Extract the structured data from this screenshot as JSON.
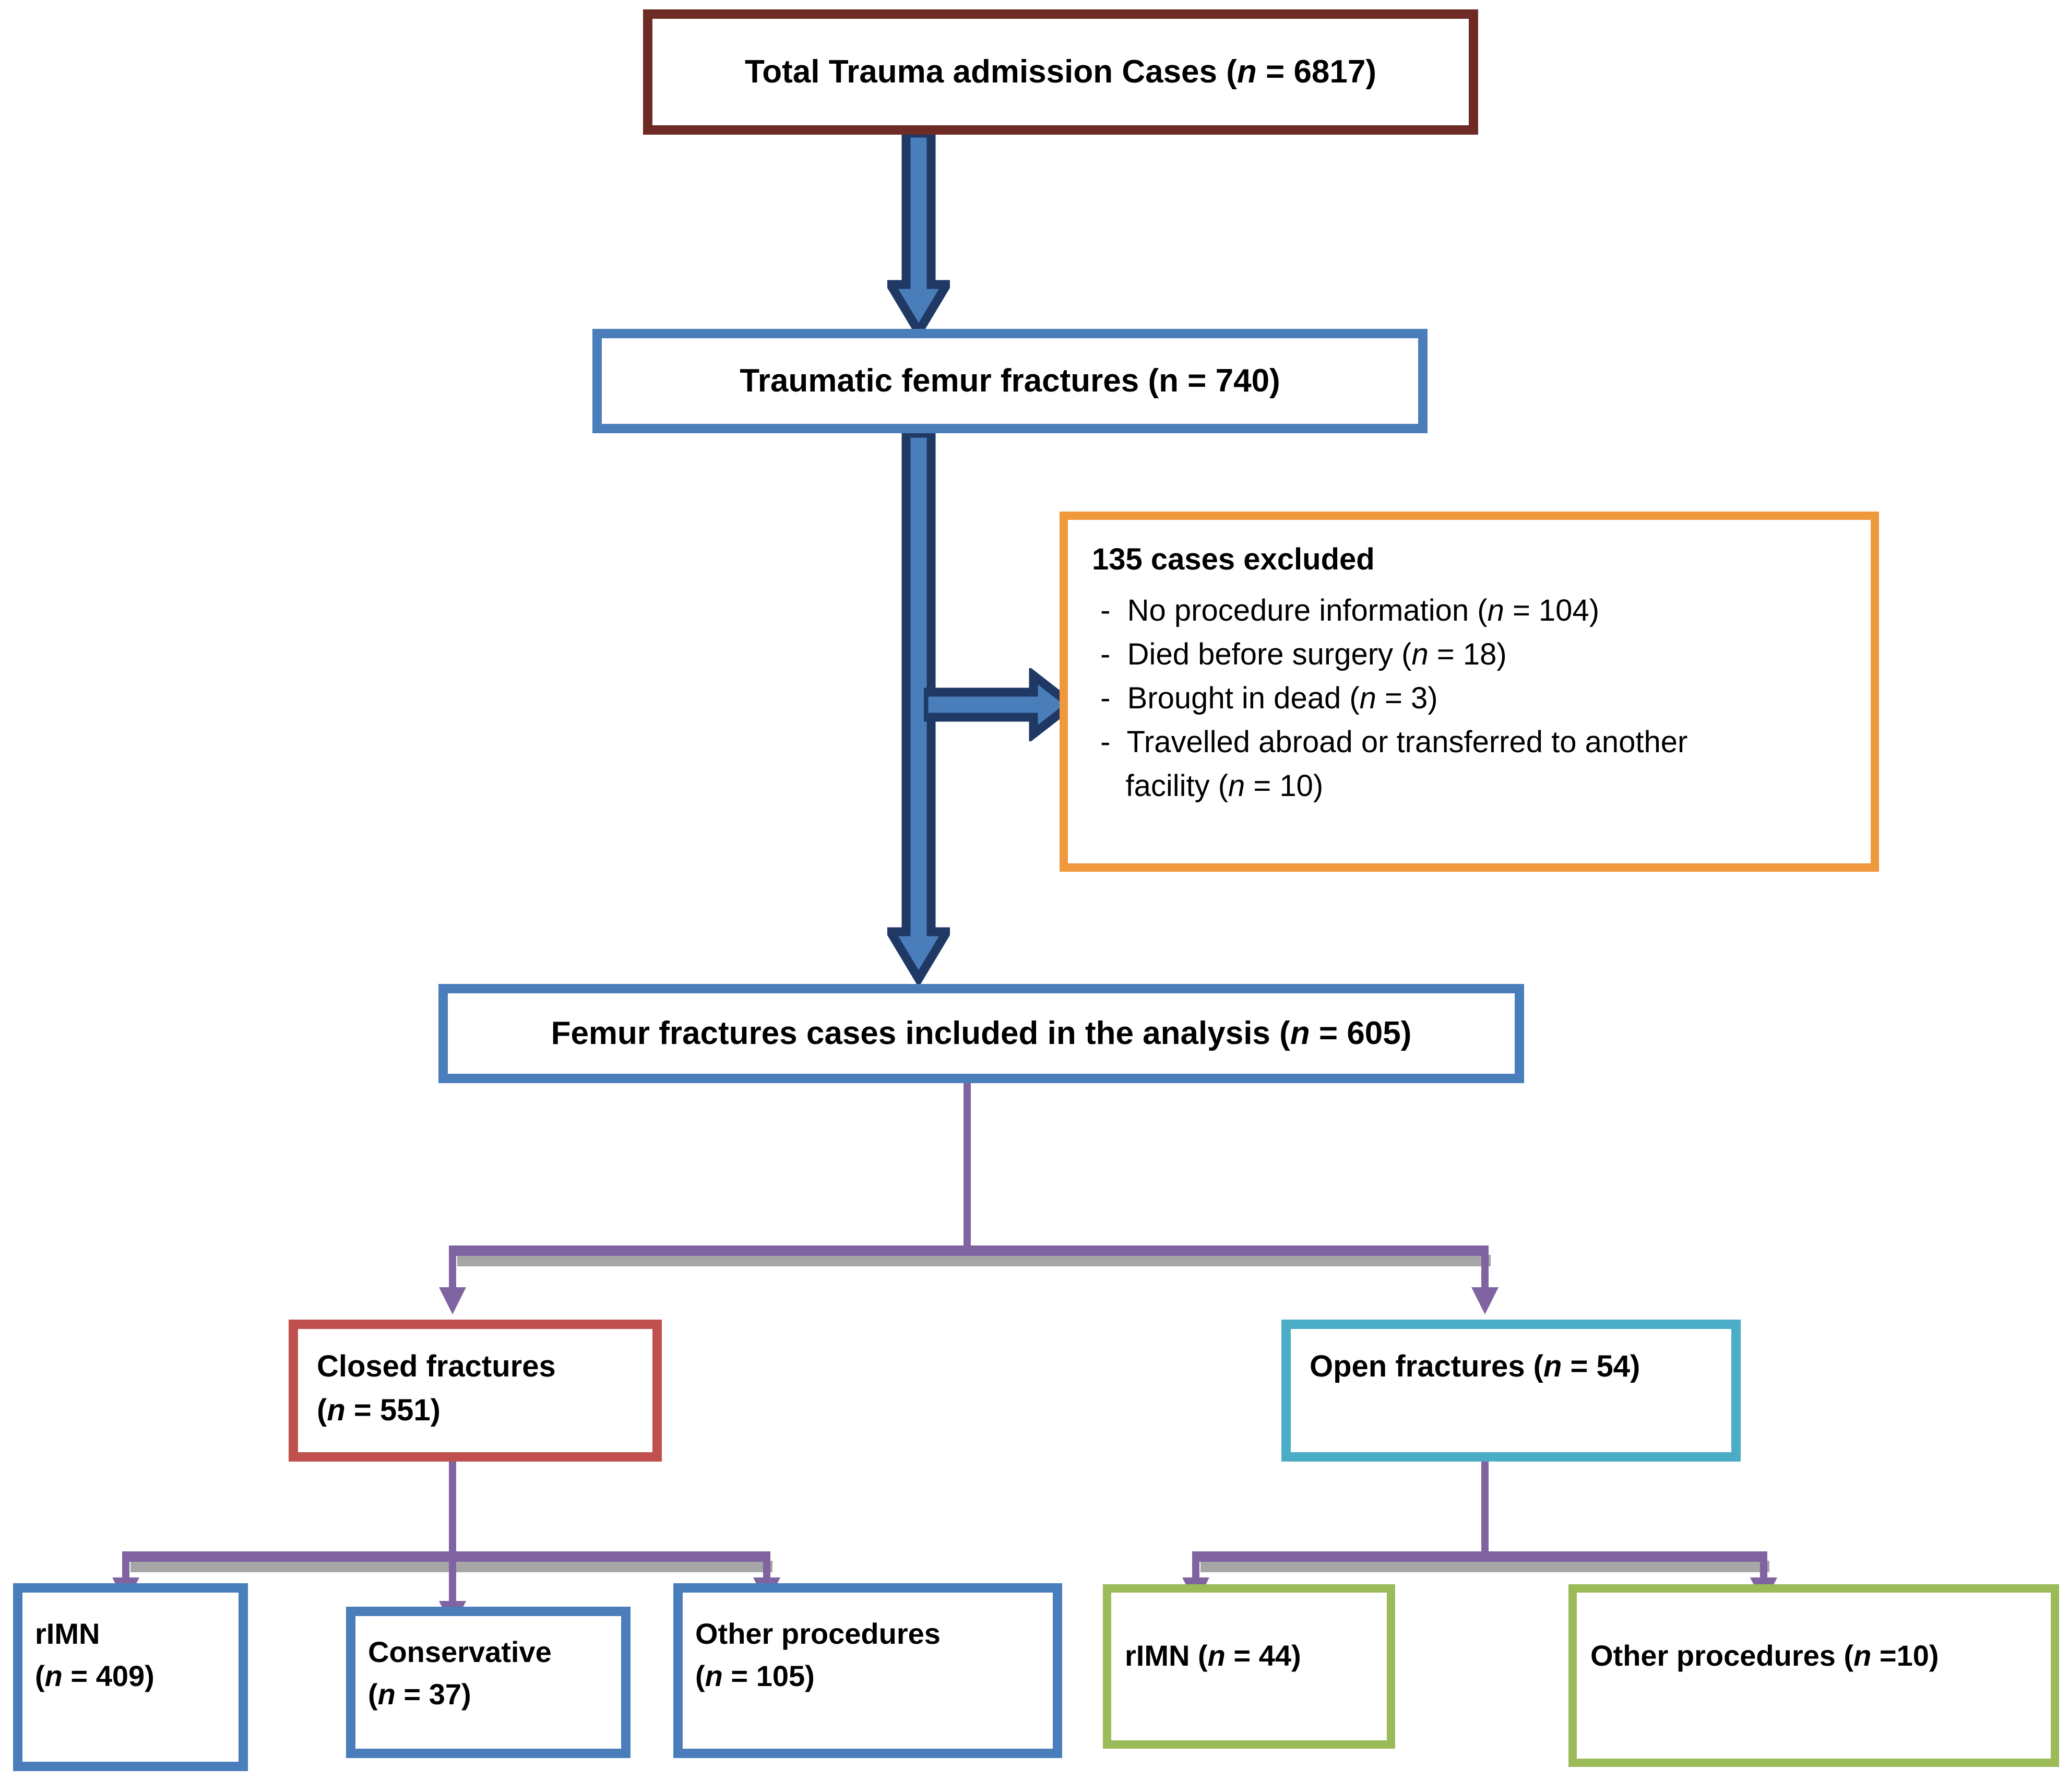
{
  "diagram": {
    "title": "Femur fracture study participant flow diagram",
    "type": "flowchart",
    "colors": {
      "maroon_border": "#6E2B25",
      "blue_border": "#4A7EBB",
      "orange_border": "#F0983C",
      "red_border": "#C0504D",
      "teal_border": "#4BACC6",
      "green_border": "#9BBB59",
      "blue_arrow_fill": "#4A7EBB",
      "blue_arrow_stroke": "#1F3864",
      "purple_connector": "#8064A2",
      "connector_shadow": "#A6A6A6",
      "text": "#000000"
    }
  },
  "nodes": {
    "total_admissions": {
      "label": "Total Trauma admission Cases (",
      "n_symbol": "n",
      "n_value": " = 6817)"
    },
    "traumatic_femur": {
      "label": "Traumatic femur fractures (n = 740)"
    },
    "exclusions": {
      "heading": "135 cases excluded",
      "items": [
        {
          "pre": " -  No procedure information (",
          "n_symbol": "n",
          "post": " = 104)"
        },
        {
          "pre": " -  Died before surgery (",
          "n_symbol": "n",
          "post": " = 18)"
        },
        {
          "pre": " -  Brought in dead (",
          "n_symbol": "n",
          "post": " = 3)"
        },
        {
          "pre": " -  Travelled abroad or transferred to another",
          "n_symbol": "",
          "post": ""
        },
        {
          "pre": "    facility (",
          "n_symbol": "n",
          "post": " = 10)"
        }
      ]
    },
    "included": {
      "label": "Femur fractures cases included in the analysis (",
      "n_symbol": "n",
      "n_value": " = 605)"
    },
    "closed_fractures": {
      "line1": "Closed fractures",
      "line2_pre": "(",
      "n_symbol": "n",
      "line2_post": " = 551)"
    },
    "open_fractures": {
      "pre": "Open fractures (",
      "n_symbol": "n",
      "post": " = 54)"
    },
    "closed_rimn": {
      "line1": "rIMN",
      "line2_pre": "(",
      "n_symbol": "n",
      "line2_post": " = 409)"
    },
    "closed_conservative": {
      "line1": "Conservative",
      "line2_pre": "(",
      "n_symbol": "n",
      "line2_post": " = 37)"
    },
    "closed_other": {
      "line1": "Other procedures",
      "line2_pre": "(",
      "n_symbol": "n",
      "line2_post": " = 105)"
    },
    "open_rimn": {
      "pre": "rIMN (",
      "n_symbol": "n",
      "post": " = 44)"
    },
    "open_other": {
      "pre": "Other procedures (",
      "n_symbol": "n",
      "post": " =10)"
    }
  }
}
